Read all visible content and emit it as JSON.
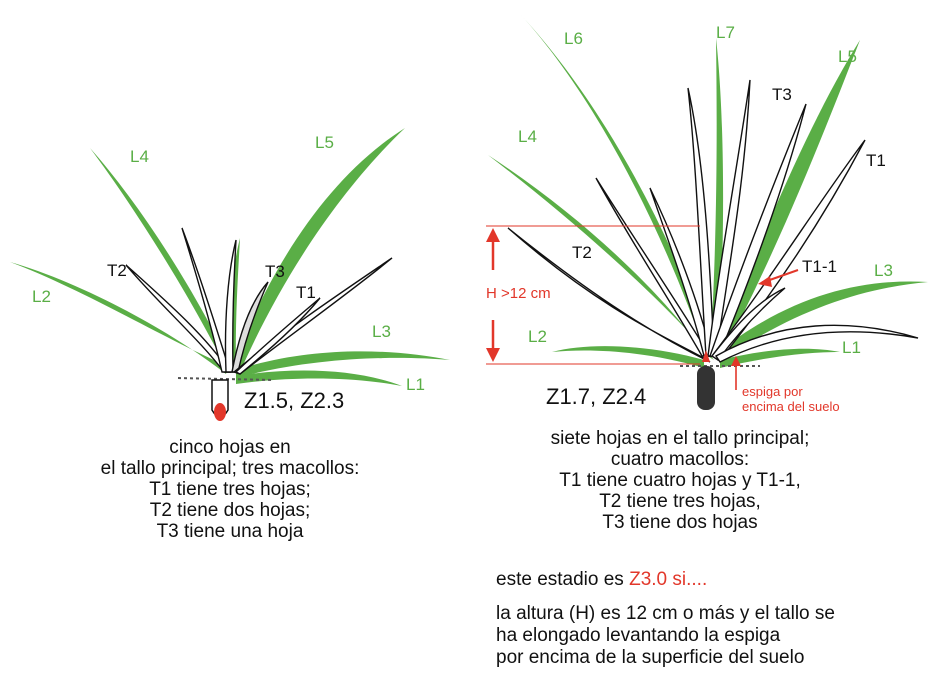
{
  "left_plant": {
    "leaves": [
      "L1",
      "L2",
      "L3",
      "L4",
      "L5"
    ],
    "tillers": [
      "T1",
      "T2",
      "T3"
    ],
    "stage_code": "Z1.5, Z2.3",
    "caption": [
      "cinco hojas en",
      "el tallo principal; tres macollos:",
      "T1 tiene tres hojas;",
      "T2 tiene dos hojas;",
      "T3 tiene una hoja"
    ]
  },
  "right_plant": {
    "leaves": [
      "L1",
      "L2",
      "L3",
      "L4",
      "L5",
      "L6",
      "L7"
    ],
    "tillers": [
      "T1",
      "T2",
      "T3",
      "T1-1"
    ],
    "height_label": "H >12 cm",
    "ear_note": [
      "espiga por",
      "encima del suelo"
    ],
    "stage_code": "Z1.7, Z2.4",
    "caption": [
      "siete hojas en el tallo principal;",
      "cuatro macollos:",
      "T1 tiene cuatro hojas y T1-1,",
      "T2 tiene tres hojas,",
      "T3 tiene dos hojas"
    ]
  },
  "condition": {
    "prefix": "este estadio es ",
    "stage": "Z3.0 si....",
    "lines": [
      "la altura (H) es 12 cm o más y el tallo se",
      "ha elongado levantando la espiga",
      "por encima de la superficie del suelo"
    ]
  },
  "colors": {
    "leaf": "#5aae46",
    "tiller": "#ffffff",
    "outline": "#111111",
    "accent": "#e2372a",
    "base": "#333333"
  }
}
